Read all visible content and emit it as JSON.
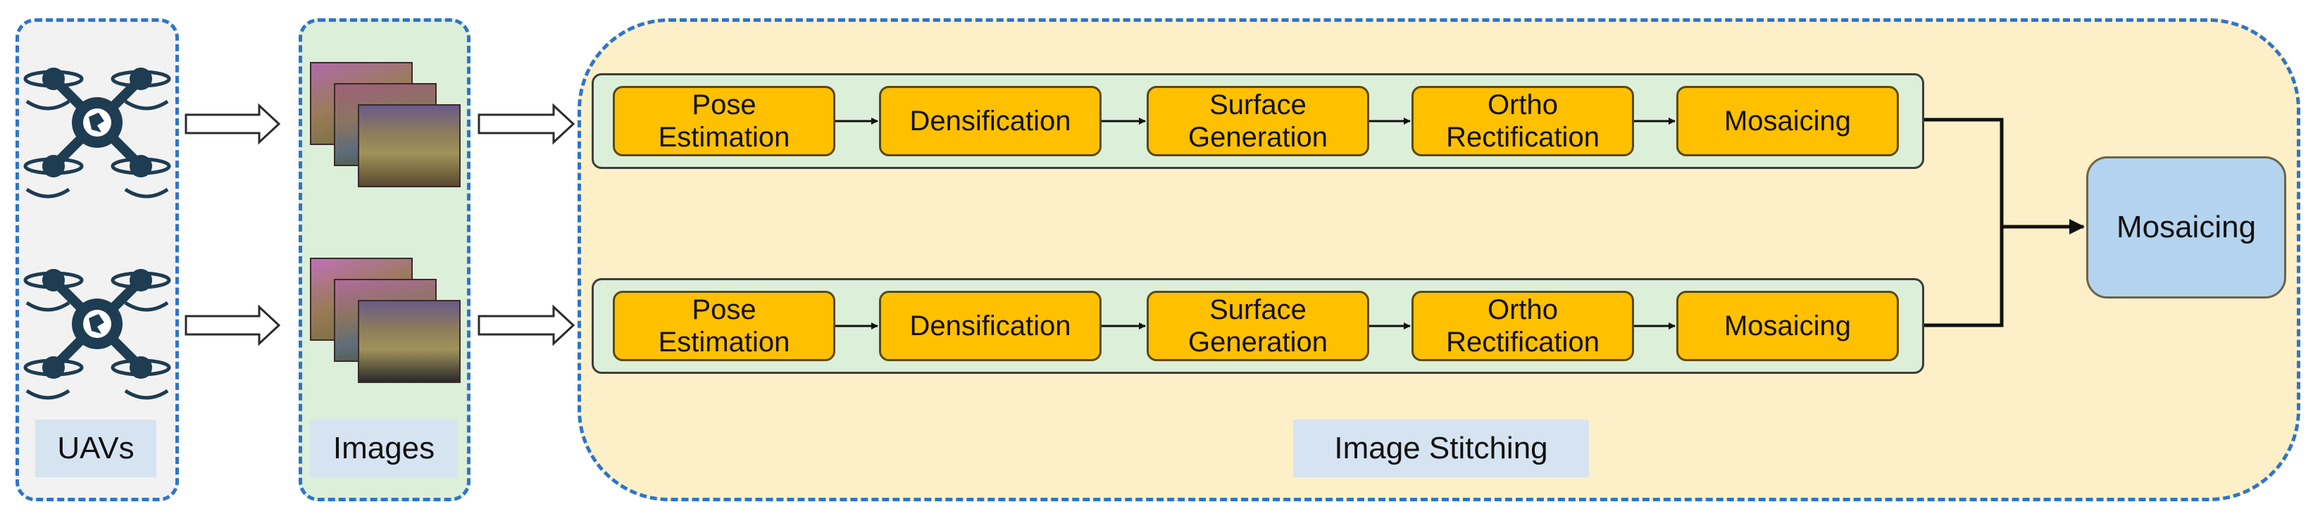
{
  "groups": {
    "uavs": "UAVs",
    "images": "Images",
    "stitching": "Image Stitching"
  },
  "pipelines": [
    {
      "steps": [
        "Pose\nEstimation",
        "Densification",
        "Surface\nGeneration",
        "Ortho\nRectification",
        "Mosaicing"
      ]
    },
    {
      "steps": [
        "Pose\nEstimation",
        "Densification",
        "Surface\nGeneration",
        "Ortho\nRectification",
        "Mosaicing"
      ]
    }
  ],
  "final_step": "Mosaicing",
  "icons": [
    "drone-icon",
    "image-stack-icon",
    "hollow-arrow-icon"
  ],
  "colors": {
    "group_border": "#2e75c9",
    "step_fill": "#ffc000",
    "final_fill": "#b4d3ee",
    "pipeline_fill": "#dcefd9",
    "stitch_fill": "#fdf0c8"
  }
}
